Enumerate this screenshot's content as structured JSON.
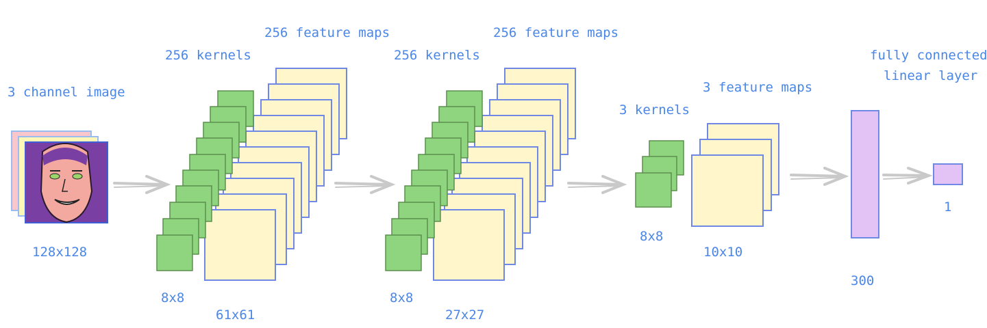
{
  "input": {
    "label": "3 channel image",
    "size": "128x128"
  },
  "conv1": {
    "kernels_label": "256 kernels",
    "kernel_size": "8x8",
    "maps_label": "256 feature maps",
    "map_size": "61x61"
  },
  "conv2": {
    "kernels_label": "256 kernels",
    "kernel_size": "8x8",
    "maps_label": "256 feature maps",
    "map_size": "27x27"
  },
  "conv3": {
    "kernels_label": "3 kernels",
    "kernel_size": "8x8",
    "maps_label": "3 feature maps",
    "map_size": "10x10"
  },
  "fc": {
    "label_line1": "fully connected",
    "label_line2": "linear layer",
    "hidden_size": "300",
    "output_size": "1"
  },
  "colors": {
    "label": "#4a86e8",
    "kernel_fill": "#8fd47e",
    "kernel_stroke": "#5b8f4e",
    "map_fill": "#fff6cc",
    "map_stroke": "#6f88e6",
    "fc_fill": "#e3c3f6",
    "fc_stroke": "#6f88e6",
    "arrow": "#c9c9c9",
    "image_bg": "#7a3fa3",
    "skin": "#f4a9a0"
  }
}
